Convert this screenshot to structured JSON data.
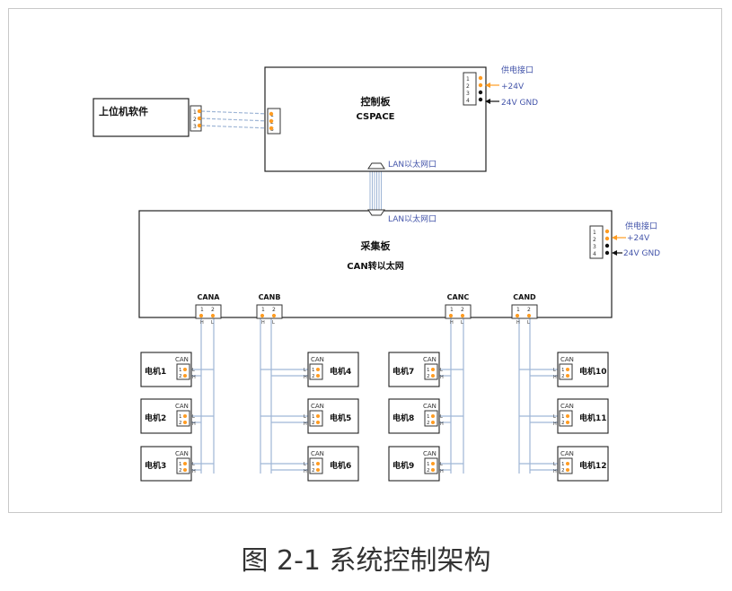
{
  "colors": {
    "box": "#222222",
    "wire": "#9fb6d6",
    "label_blue": "#4455aa",
    "pin_orange": "#ff9c22",
    "arrow_black": "#111111"
  },
  "host": {
    "title": "上位机软件",
    "pins": [
      "1",
      "2",
      "3"
    ]
  },
  "control": {
    "title": "控制板",
    "subtitle": "CSPACE",
    "in_pins": [
      "1",
      "2",
      "3"
    ],
    "power_pins": [
      "1",
      "2",
      "3",
      "4"
    ],
    "power_title": "供电接口",
    "power_pos": "+24V",
    "power_gnd": "24V GND",
    "lan_label": "LAN以太网口"
  },
  "collector": {
    "title": "采集板",
    "subtitle": "CAN转以太网",
    "lan_label": "LAN以太网口",
    "power_pins": [
      "1",
      "2",
      "3",
      "4"
    ],
    "power_title": "供电接口",
    "power_pos": "+24V",
    "power_gnd": "24V GND",
    "ports": [
      {
        "name": "CANA",
        "pins": [
          "1",
          "2"
        ],
        "pin_labels": [
          "H",
          "L"
        ]
      },
      {
        "name": "CANB",
        "pins": [
          "1",
          "2"
        ],
        "pin_labels": [
          "H",
          "L"
        ]
      },
      {
        "name": "CANC",
        "pins": [
          "1",
          "2"
        ],
        "pin_labels": [
          "H",
          "L"
        ]
      },
      {
        "name": "CAND",
        "pins": [
          "1",
          "2"
        ],
        "pin_labels": [
          "H",
          "L"
        ]
      }
    ]
  },
  "motor_can_label": "CAN",
  "motor_pins": [
    "1",
    "2"
  ],
  "motor_pin_labels": [
    "L",
    "H"
  ],
  "motors": [
    {
      "name": "电机1"
    },
    {
      "name": "电机2"
    },
    {
      "name": "电机3"
    },
    {
      "name": "电机4"
    },
    {
      "name": "电机5"
    },
    {
      "name": "电机6"
    },
    {
      "name": "电机7"
    },
    {
      "name": "电机8"
    },
    {
      "name": "电机9"
    },
    {
      "name": "电机10"
    },
    {
      "name": "电机11"
    },
    {
      "name": "电机12"
    }
  ],
  "caption": "图 2-1 系统控制架构"
}
